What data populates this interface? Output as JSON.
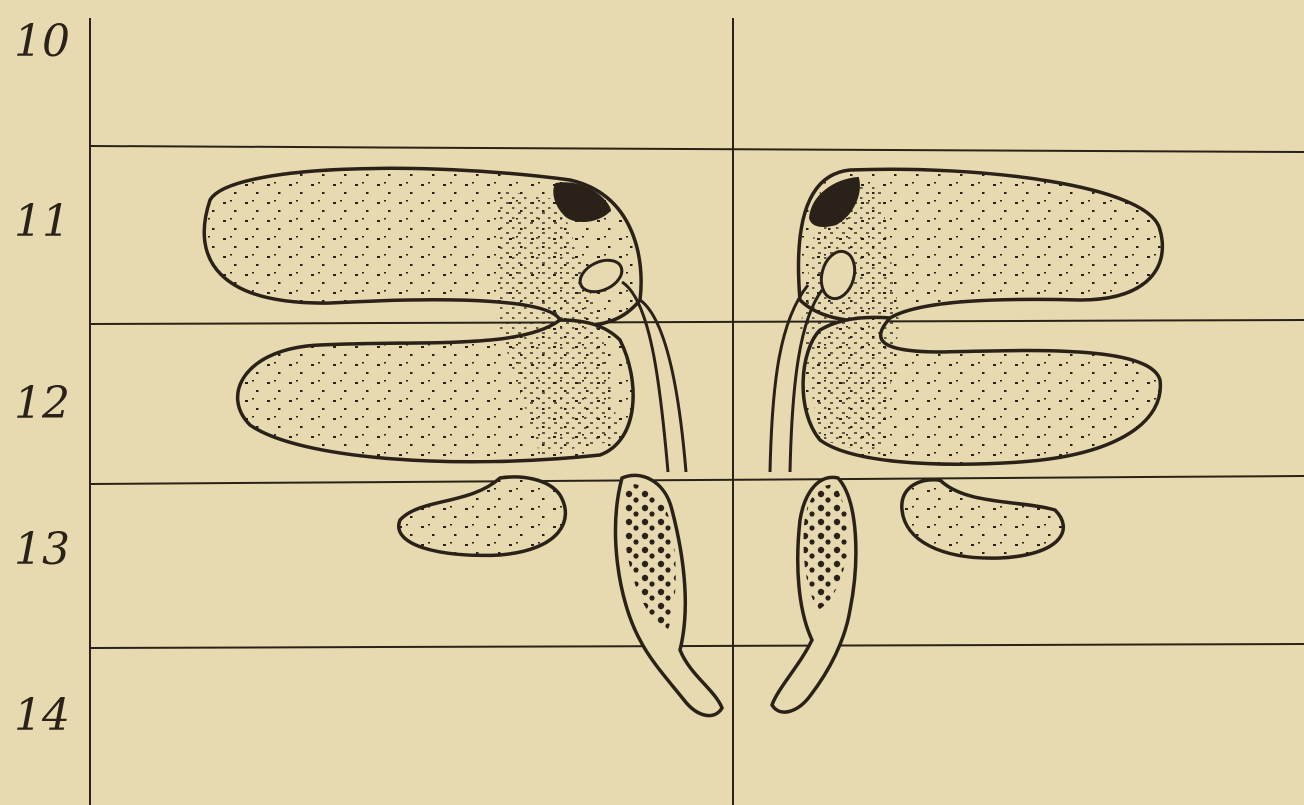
{
  "segment_labels": {
    "s10": "10",
    "s11": "11",
    "s12": "12",
    "s13": "13",
    "s14": "14"
  },
  "colors": {
    "paper": "#e8dab0",
    "ink": "#2a2218"
  }
}
